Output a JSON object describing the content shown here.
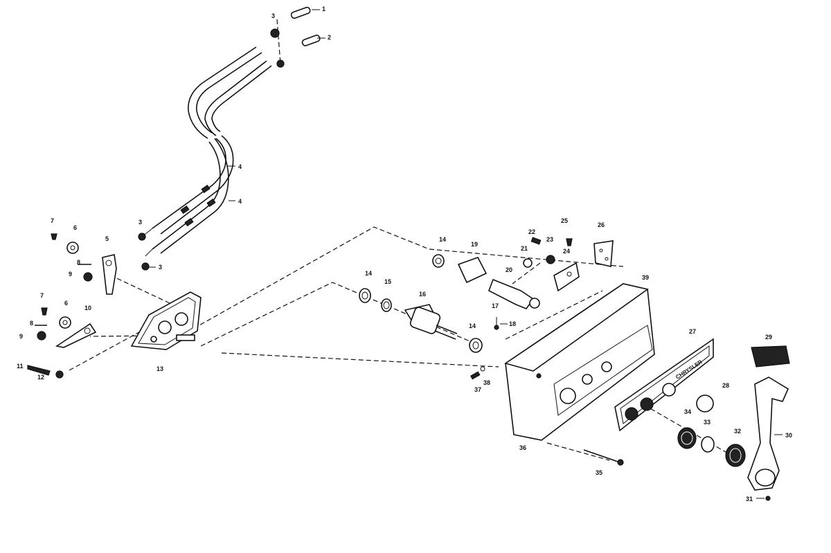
{
  "diagram": {
    "brand_text": "CHRYSLER",
    "labels": {
      "p1": "1",
      "p2": "2",
      "p3a": "3",
      "p3b": "3",
      "p3c": "3",
      "p4a": "4",
      "p4b": "4",
      "p5": "5",
      "p6a": "6",
      "p6b": "6",
      "p7a": "7",
      "p7b": "7",
      "p8a": "8",
      "p8b": "8",
      "p9a": "9",
      "p9b": "9",
      "p10": "10",
      "p11": "11",
      "p12": "12",
      "p13": "13",
      "p14a": "14",
      "p14b": "14",
      "p14c": "14",
      "p15": "15",
      "p16": "16",
      "p17": "17",
      "p18": "18",
      "p19": "19",
      "p20": "20",
      "p21": "21",
      "p22": "22",
      "p23": "23",
      "p24": "24",
      "p25": "25",
      "p26": "26",
      "p27": "27",
      "p28": "28",
      "p29": "29",
      "p30": "30",
      "p31": "31",
      "p32": "32",
      "p33": "33",
      "p34": "34",
      "p35": "35",
      "p36": "36",
      "p37": "37",
      "p38": "38",
      "p39": "39"
    }
  }
}
